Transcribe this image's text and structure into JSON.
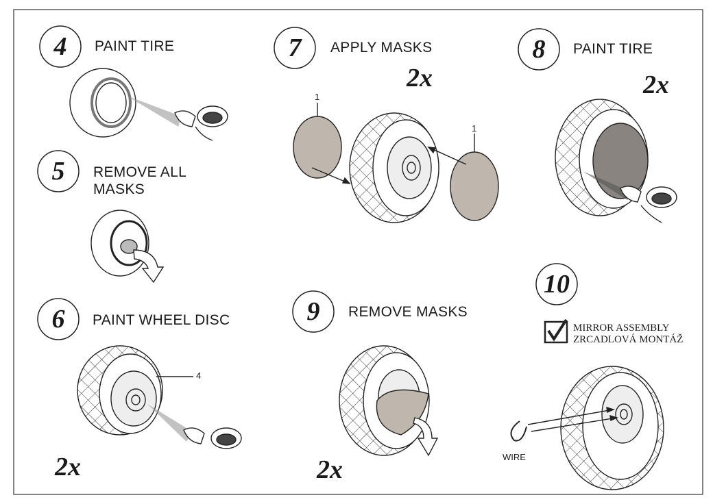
{
  "steps": [
    {
      "number": "4",
      "label": "PAINT TIRE"
    },
    {
      "number": "5",
      "label_line1": "REMOVE  ALL",
      "label_line2": "MASKS"
    },
    {
      "number": "6",
      "label": "PAINT WHEEL DISC",
      "multiplier": "2x",
      "callout": "4"
    },
    {
      "number": "7",
      "label": "APPLY MASKS",
      "multiplier": "2x",
      "callout_left": "1",
      "callout_right": "1"
    },
    {
      "number": "8",
      "label": "PAINT TIRE",
      "multiplier": "2x"
    },
    {
      "number": "9",
      "label": "REMOVE  MASKS",
      "multiplier": "2x"
    },
    {
      "number": "10",
      "legend_line1": "MIRROR  ASSEMBLY",
      "legend_line2": "ZRCADLOVÁ MONTÁŽ",
      "wire_label": "WIRE"
    }
  ],
  "colors": {
    "ink": "#1a1a1a",
    "mask": "#bfb6ae",
    "paint": "#8a8480"
  }
}
